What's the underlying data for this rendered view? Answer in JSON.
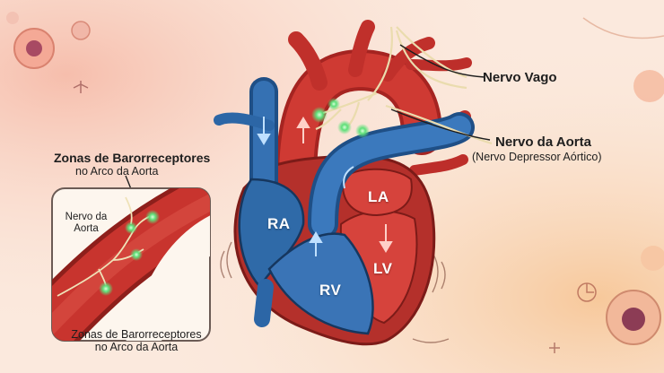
{
  "labels": {
    "vagus": "Nervo Vago",
    "aortic_nerve": "Nervo da Aorta",
    "aortic_nerve_sub": "(Nervo Depressor Aórtico)",
    "baro_top_title": "Zonas de Barorreceptores",
    "baro_top_sub": "no Arco da Aorta",
    "inset_nerve_line1": "Nervo da",
    "inset_nerve_line2": "Aorta",
    "baro_bottom_line1": "Zonas de Barorreceptores",
    "baro_bottom_line2": "no Arco da Aorta"
  },
  "chambers": {
    "ra": "RA",
    "rv": "RV",
    "la": "LA",
    "lv": "LV"
  },
  "colors": {
    "background": "#fbe9dd",
    "arterial_red": "#c9302c",
    "venous_blue": "#2f6aa8",
    "nerve": "#e8d8a8",
    "receptor_glow": "#5fe07a",
    "ink": "#1e1e1e"
  }
}
